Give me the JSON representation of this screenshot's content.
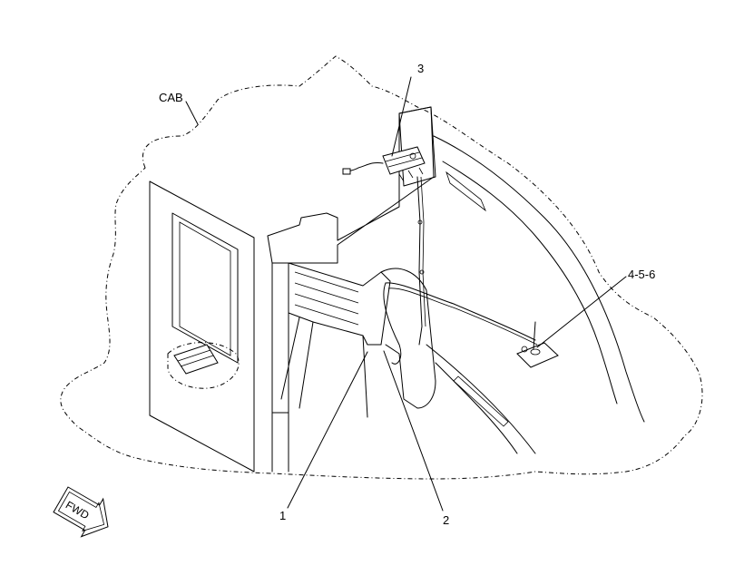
{
  "labels": {
    "cab": "CAB",
    "callout_1": "1",
    "callout_2": "2",
    "callout_3": "3",
    "callout_456": "4-5-6"
  },
  "direction_arrow": {
    "text": "FWD",
    "icon": "forward-arrow-icon"
  },
  "colors": {
    "line": "#000000",
    "background": "#ffffff"
  }
}
